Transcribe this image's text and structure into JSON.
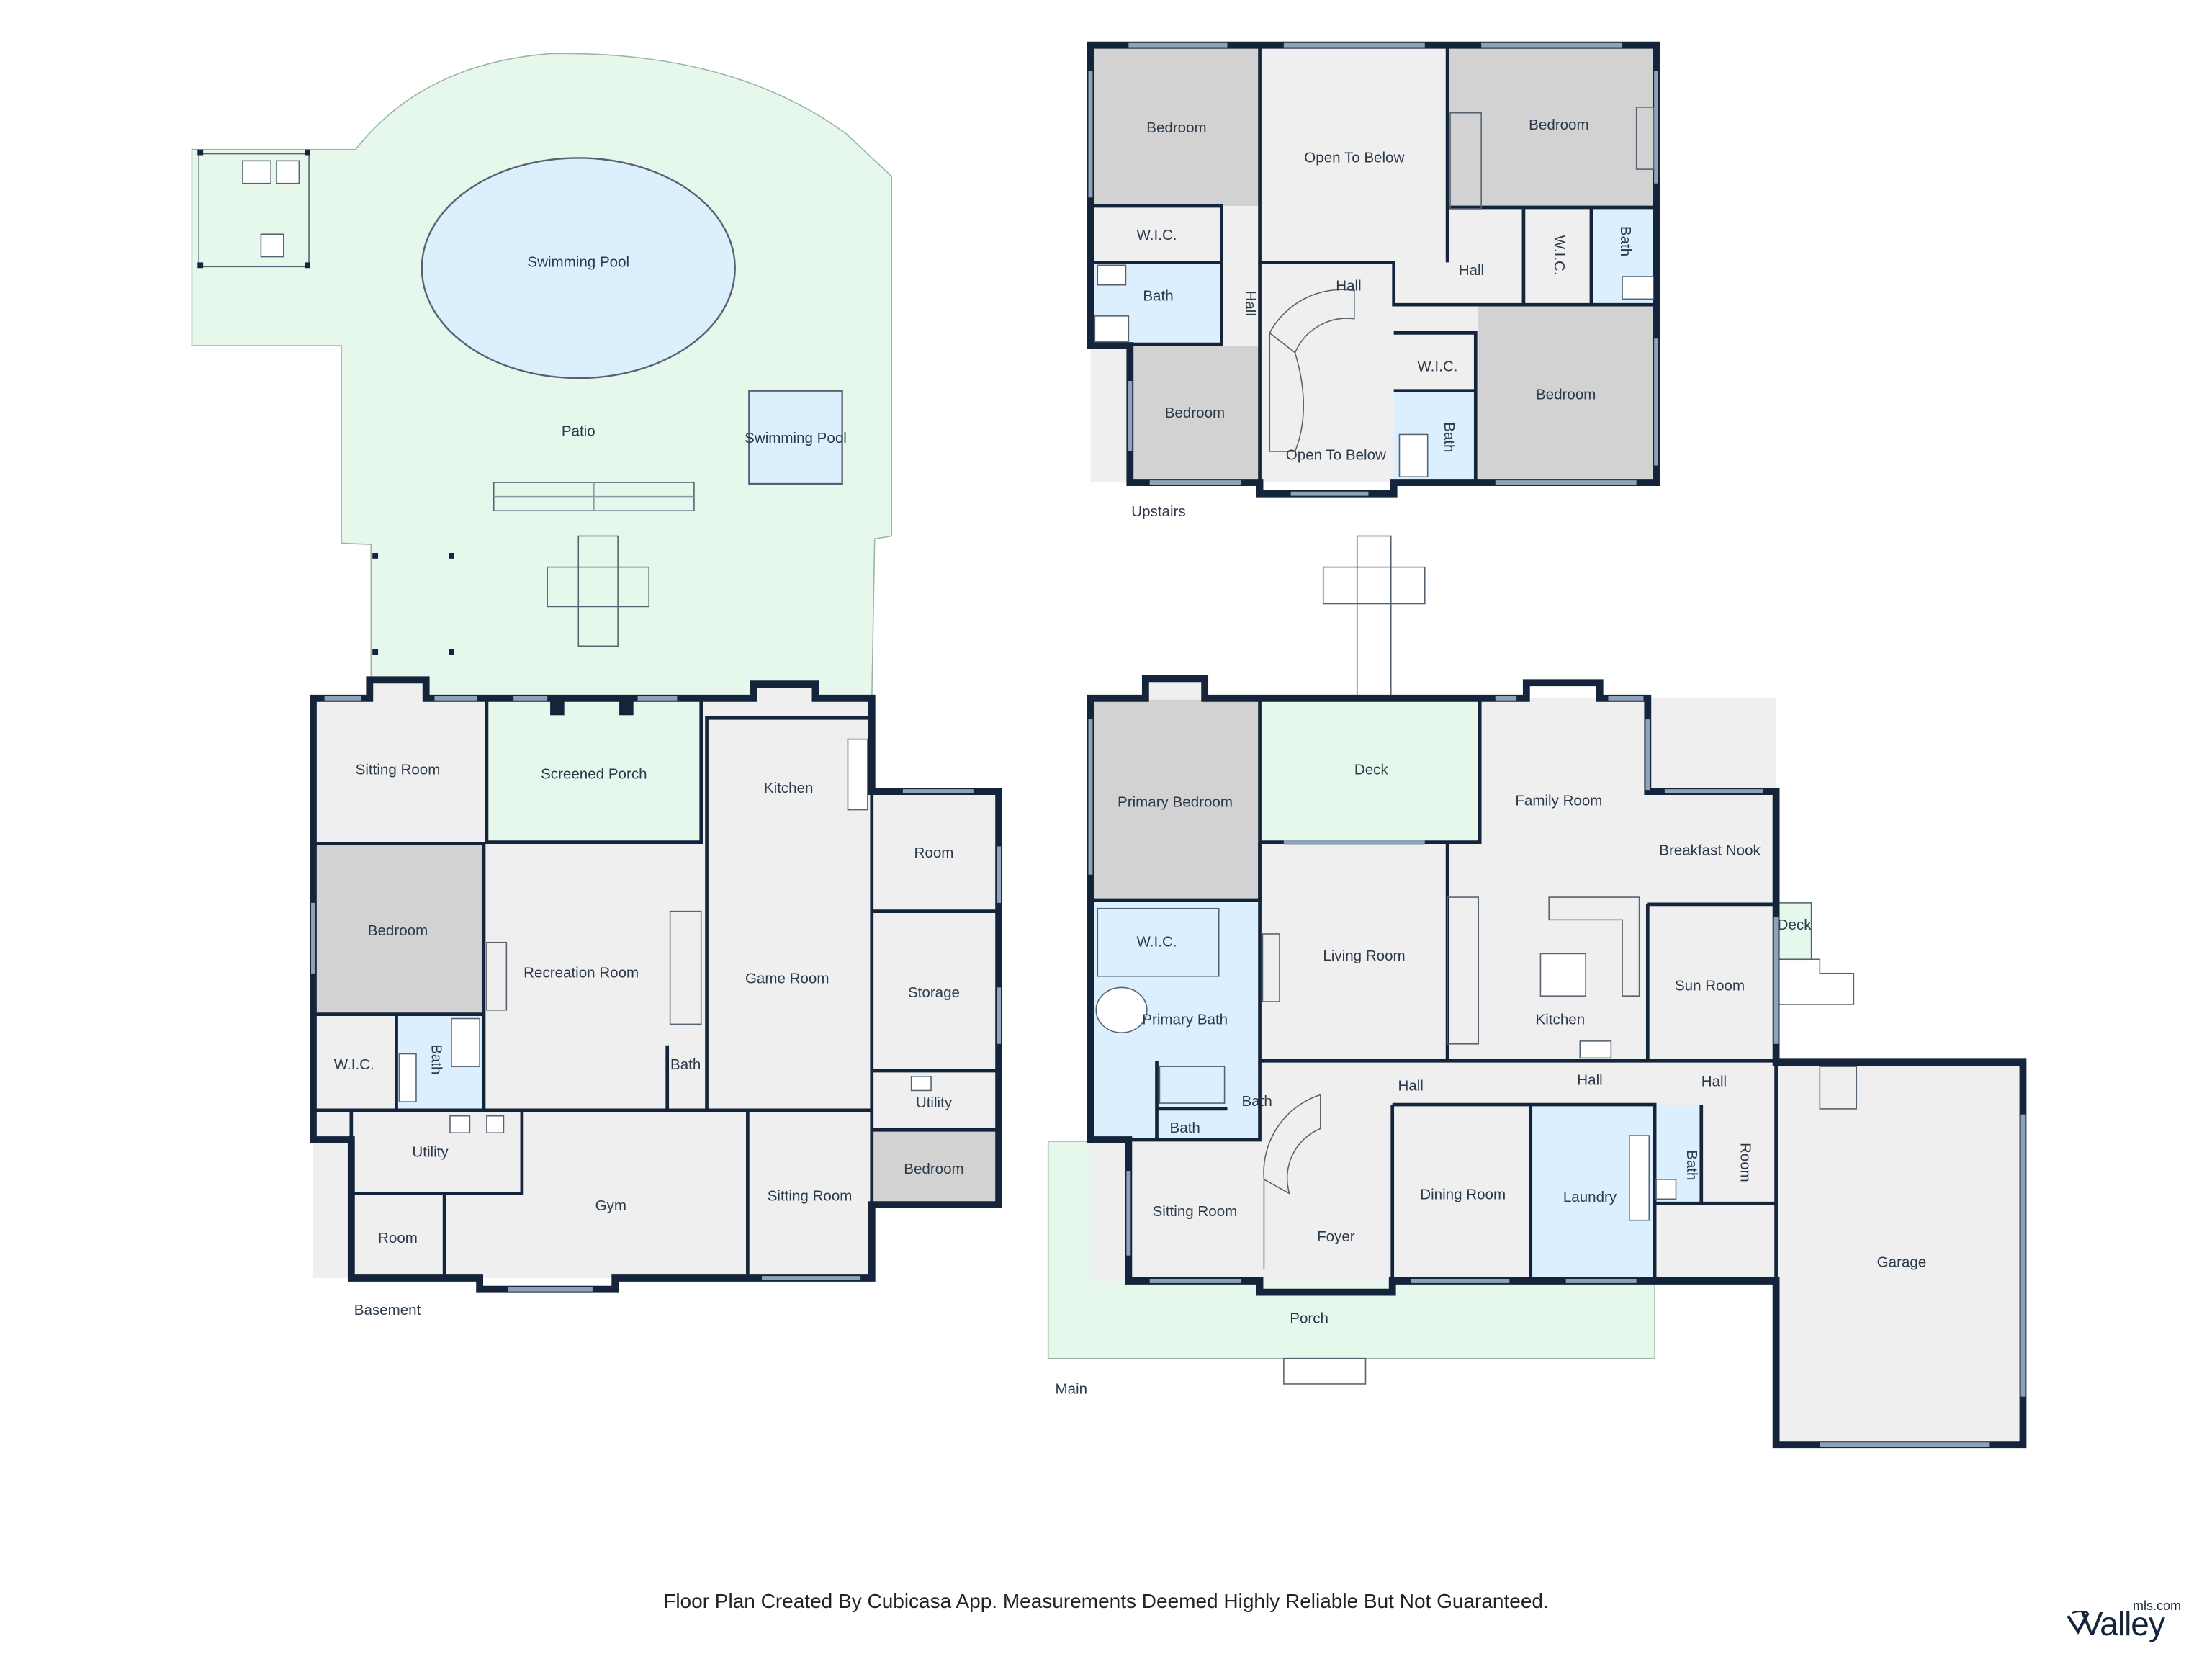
{
  "floors": {
    "basement": {
      "label": "Basement",
      "rooms": {
        "sitting_room_nw": "Sitting Room",
        "screened_porch": "Screened Porch",
        "kitchen": "Kitchen",
        "bedroom": "Bedroom",
        "recreation_room": "Recreation Room",
        "game_room": "Game Room",
        "room_east": "Room",
        "storage": "Storage",
        "utility_east": "Utility",
        "bedroom_east": "Bedroom",
        "wic": "W.I.C.",
        "bath": "Bath",
        "bath_2": "Bath",
        "utility": "Utility",
        "gym": "Gym",
        "sitting_room_se": "Sitting Room",
        "room_sw": "Room"
      }
    },
    "outdoor": {
      "pool_large": "Swimming Pool",
      "pool_small": "Swimming Pool",
      "patio": "Patio"
    },
    "upstairs": {
      "label": "Upstairs",
      "rooms": {
        "bedroom_nw": "Bedroom",
        "open_to_below_n": "Open To Below",
        "bedroom_ne": "Bedroom",
        "wic_w": "W.I.C.",
        "hall_w": "Hall",
        "hall_c": "Hall",
        "hall_e": "Hall",
        "wic_e": "W.I.C.",
        "bath_e": "Bath",
        "bath_w": "Bath",
        "bedroom_sw": "Bedroom",
        "open_to_below_s": "Open To Below",
        "wic_c": "W.I.C.",
        "bath_c": "Bath",
        "bedroom_se": "Bedroom"
      }
    },
    "main": {
      "label": "Main",
      "rooms": {
        "primary_bedroom": "Primary Bedroom",
        "deck": "Deck",
        "family_room": "Family Room",
        "breakfast_nook": "Breakfast Nook",
        "deck_small": "Deck",
        "wic": "W.I.C.",
        "living_room": "Living Room",
        "kitchen": "Kitchen",
        "sun_room": "Sun Room",
        "primary_bath": "Primary Bath",
        "bath_1": "Bath",
        "bath_2": "Bath",
        "hall_1": "Hall",
        "hall_2": "Hall",
        "hall_3": "Hall",
        "sitting_room": "Sitting Room",
        "dining_room": "Dining Room",
        "laundry": "Laundry",
        "bath_3": "Bath",
        "room": "Room",
        "foyer": "Foyer",
        "garage": "Garage",
        "porch": "Porch"
      }
    }
  },
  "footer": {
    "disclaimer": "Floor Plan Created By Cubicasa App. Measurements Deemed Highly Reliable But Not Guaranteed."
  },
  "logo": {
    "wordmark": "Valley",
    "sub": "mls.com"
  },
  "colors": {
    "wall": "#14253b",
    "room": "#efefef",
    "bedroom": "#d2d2d2",
    "bath": "#dcefff",
    "outdoor": "#e6f7ec",
    "pool": "#dbeffd"
  }
}
